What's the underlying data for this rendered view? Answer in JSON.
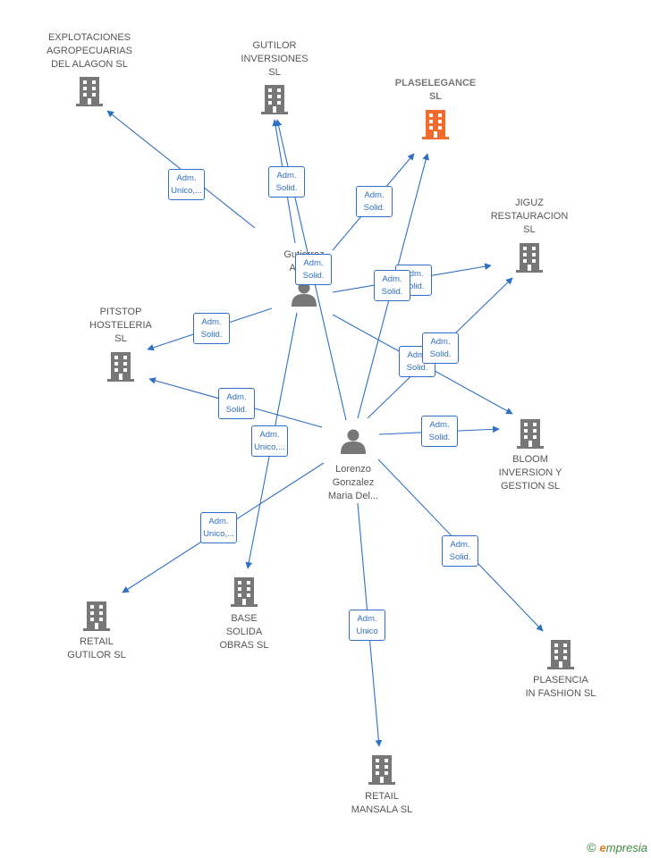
{
  "colors": {
    "edge": "#2f6fc4",
    "company": "#777777",
    "focus_company": "#f26a2e",
    "person": "#777777",
    "label": "#555555"
  },
  "people": [
    {
      "id": "gutierrez",
      "label": "Gutierrez\nAlcal..."
    },
    {
      "id": "lorenzo",
      "label": "Lorenzo\nGonzalez\nMaria Del..."
    }
  ],
  "companies": [
    {
      "id": "explotaciones",
      "label": "EXPLOTACIONES\nAGROPECUARIAS\nDEL ALAGON SL",
      "focus": false
    },
    {
      "id": "gutilor",
      "label": "GUTILOR\nINVERSIONES\nSL",
      "focus": false
    },
    {
      "id": "plaselegance",
      "label": "PLASELEGANCE\nSL",
      "focus": true
    },
    {
      "id": "jiguz",
      "label": "JIGUZ\nRESTAURACION\nSL",
      "focus": false
    },
    {
      "id": "pitstop",
      "label": "PITSTOP\nHOSTELERIA\nSL",
      "focus": false
    },
    {
      "id": "bloom",
      "label": "BLOOM\nINVERSION Y\nGESTION  SL",
      "focus": false
    },
    {
      "id": "retail_gutilor",
      "label": "RETAIL\nGUTILOR  SL",
      "focus": false
    },
    {
      "id": "base_solida",
      "label": "BASE\nSOLIDA\nOBRAS  SL",
      "focus": false
    },
    {
      "id": "plasencia",
      "label": "PLASENCIA\nIN FASHION SL",
      "focus": false
    },
    {
      "id": "retail_mansala",
      "label": "RETAIL\nMANSALA  SL",
      "focus": false
    }
  ],
  "edges": [
    {
      "from": "gutierrez",
      "to": "explotaciones",
      "label": "Adm.\nUnico,..."
    },
    {
      "from": "gutierrez",
      "to": "gutilor",
      "label": "Adm.\nSolid."
    },
    {
      "from": "gutierrez",
      "to": "plaselegance",
      "label": "Adm.\nSolid."
    },
    {
      "from": "gutierrez",
      "to": "jiguz",
      "label": "Adm.\nSolid."
    },
    {
      "from": "gutierrez",
      "to": "pitstop",
      "label": "Adm.\nSolid."
    },
    {
      "from": "gutierrez",
      "to": "bloom",
      "label": "Adm.\nSolid."
    },
    {
      "from": "gutierrez",
      "to": "base_solida",
      "label": "Adm.\nUnico,..."
    },
    {
      "from": "lorenzo",
      "to": "gutilor",
      "label": "Adm.\nSolid."
    },
    {
      "from": "lorenzo",
      "to": "plaselegance",
      "label": "Adm.\nSolid."
    },
    {
      "from": "lorenzo",
      "to": "jiguz",
      "label": "Adm.\nSolid."
    },
    {
      "from": "lorenzo",
      "to": "pitstop",
      "label": "Adm.\nSolid."
    },
    {
      "from": "lorenzo",
      "to": "bloom",
      "label": "Adm.\nSolid."
    },
    {
      "from": "lorenzo",
      "to": "retail_gutilor",
      "label": "Adm.\nUnico,..."
    },
    {
      "from": "lorenzo",
      "to": "plasencia",
      "label": "Adm.\nSolid."
    },
    {
      "from": "lorenzo",
      "to": "retail_mansala",
      "label": "Adm.\nUnico"
    }
  ],
  "brand": {
    "copyright": "©",
    "initial": "e",
    "rest": "mpresia"
  }
}
